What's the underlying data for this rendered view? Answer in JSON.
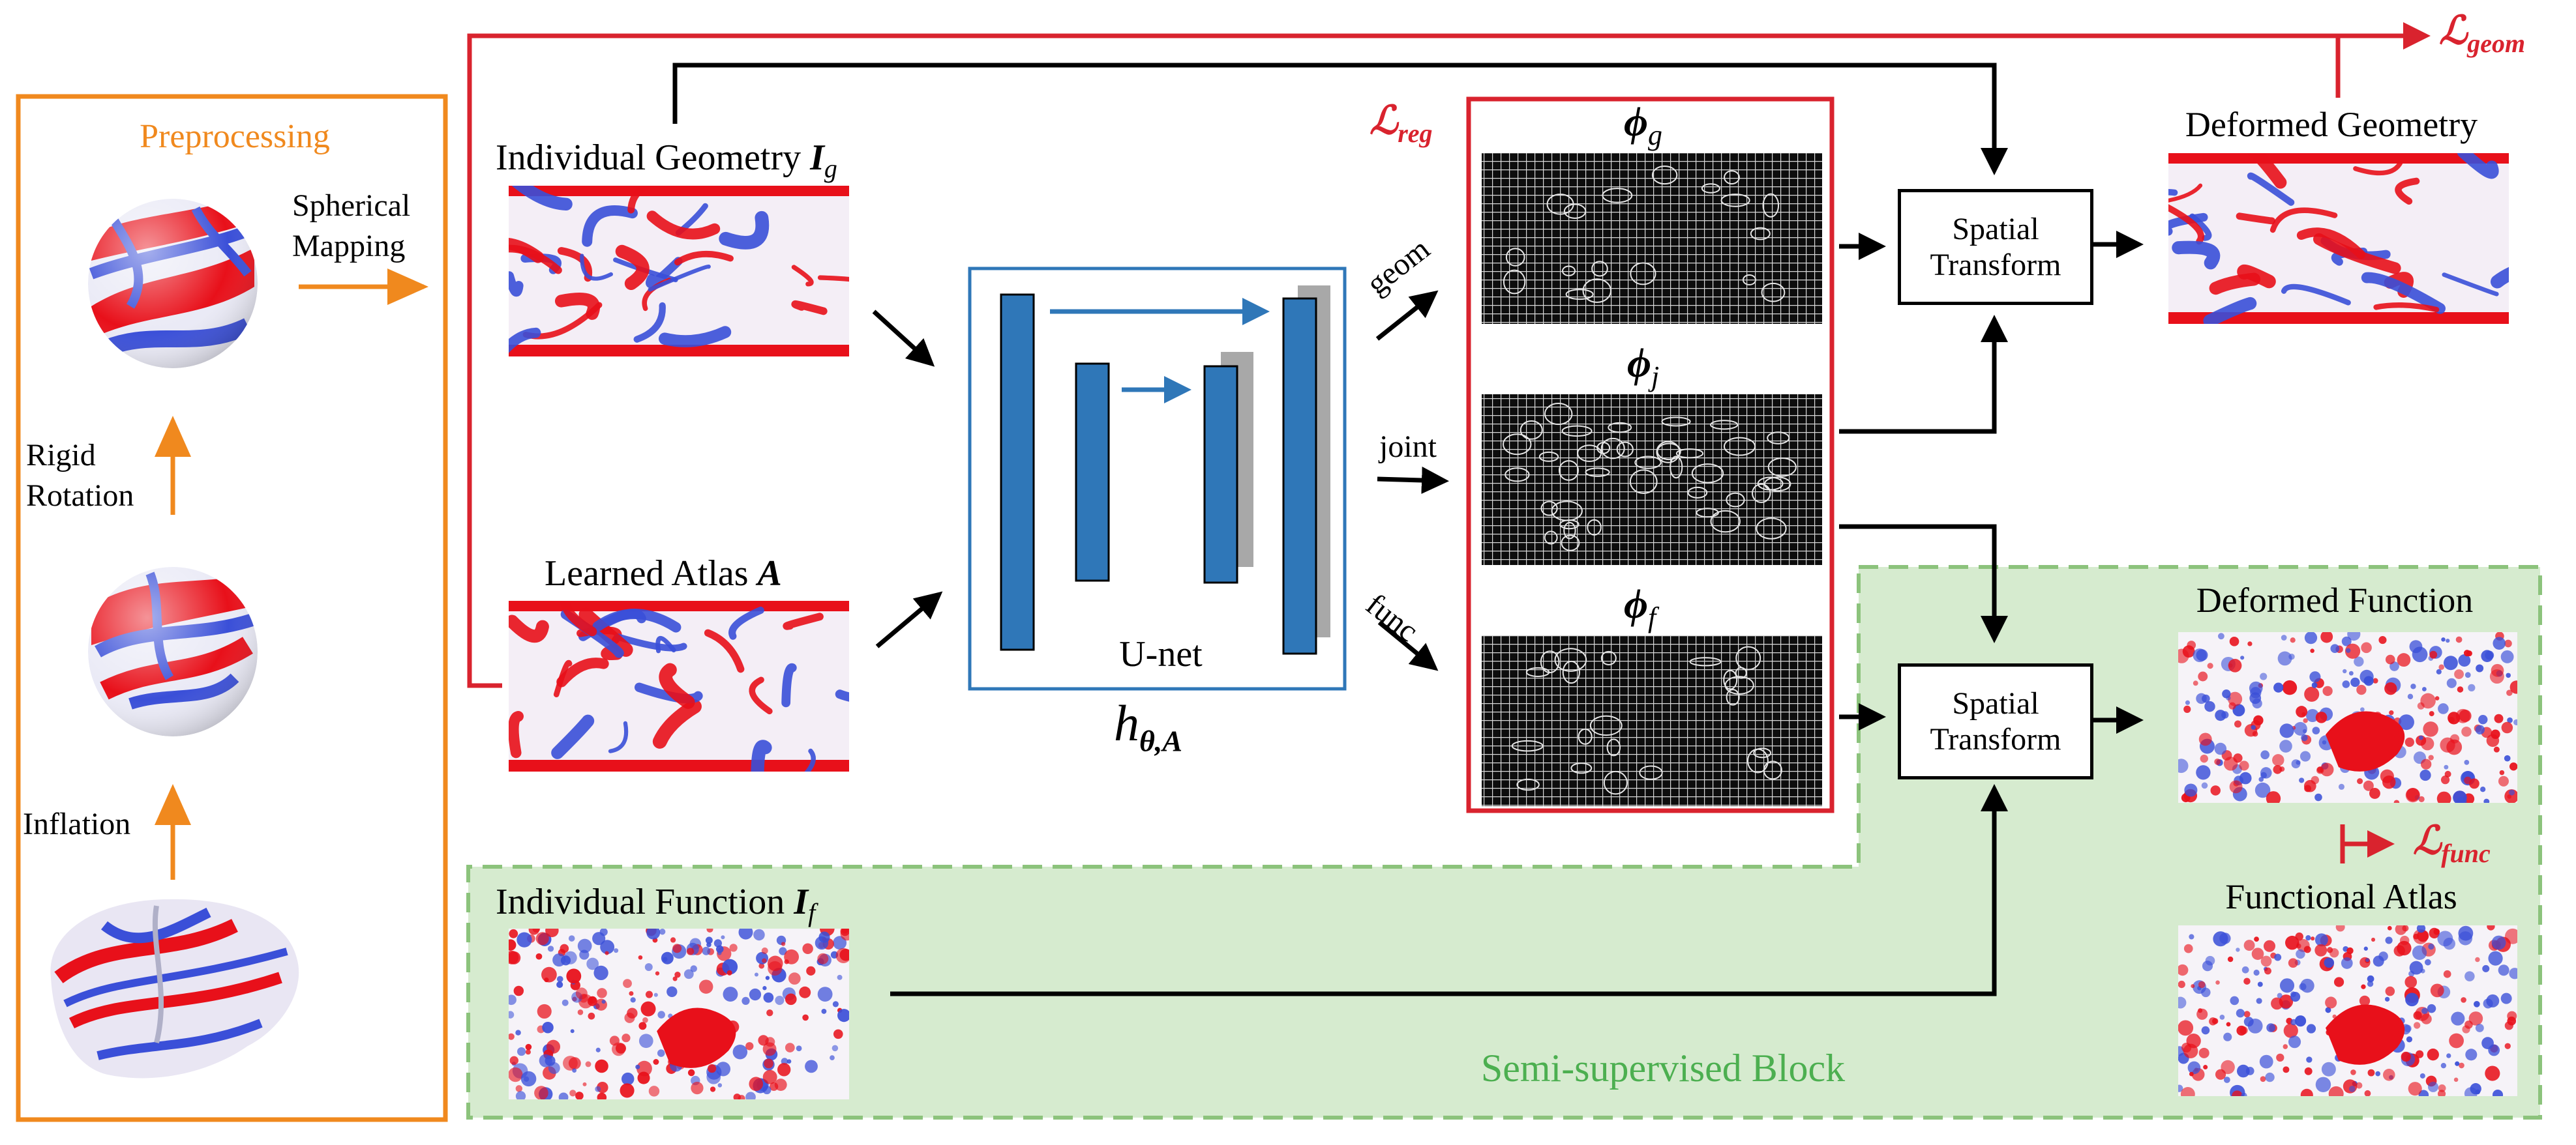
{
  "preprocessing": {
    "title": "Preprocessing",
    "step_spherical": "Spherical\nMapping",
    "step_rigid": "Rigid\nRotation",
    "step_inflation": "Inflation"
  },
  "inputs": {
    "individual_geometry_prefix": "Individual Geometry ",
    "individual_geometry_symbol": "I",
    "individual_geometry_sub": "g",
    "learned_atlas_prefix": "Learned Atlas ",
    "learned_atlas_symbol": "A",
    "individual_function_prefix": "Individual Function ",
    "individual_function_symbol": "I",
    "individual_function_sub": "f"
  },
  "network": {
    "name": "U-net",
    "func_symbol": "h",
    "func_sub": "θ,A",
    "branch_geom": "geom",
    "branch_joint": "joint",
    "branch_func": "func"
  },
  "fields": {
    "phi": "ϕ",
    "sub_g": "g",
    "sub_j": "j",
    "sub_f": "f"
  },
  "transforms": {
    "spatial_transform_1": "Spatial\nTransform",
    "spatial_transform_2": "Spatial\nTransform"
  },
  "outputs": {
    "deformed_geometry": "Deformed Geometry",
    "deformed_function": "Deformed Function",
    "functional_atlas": "Functional Atlas"
  },
  "losses": {
    "loss_symbol": "ℒ",
    "geom_sub": "geom",
    "reg_sub": "reg",
    "func_sub": "func"
  },
  "semi_supervised": {
    "label": "Semi-supervised Block"
  },
  "colors": {
    "orange": "#f0891e",
    "red": "#d9232e",
    "green_fill": "#d6ebcf",
    "green_border": "#8cc37c",
    "green_text": "#4caf50",
    "unet_blue": "#2f77b8",
    "map_red": "#e8101a",
    "map_blue": "#3a4fd8"
  }
}
